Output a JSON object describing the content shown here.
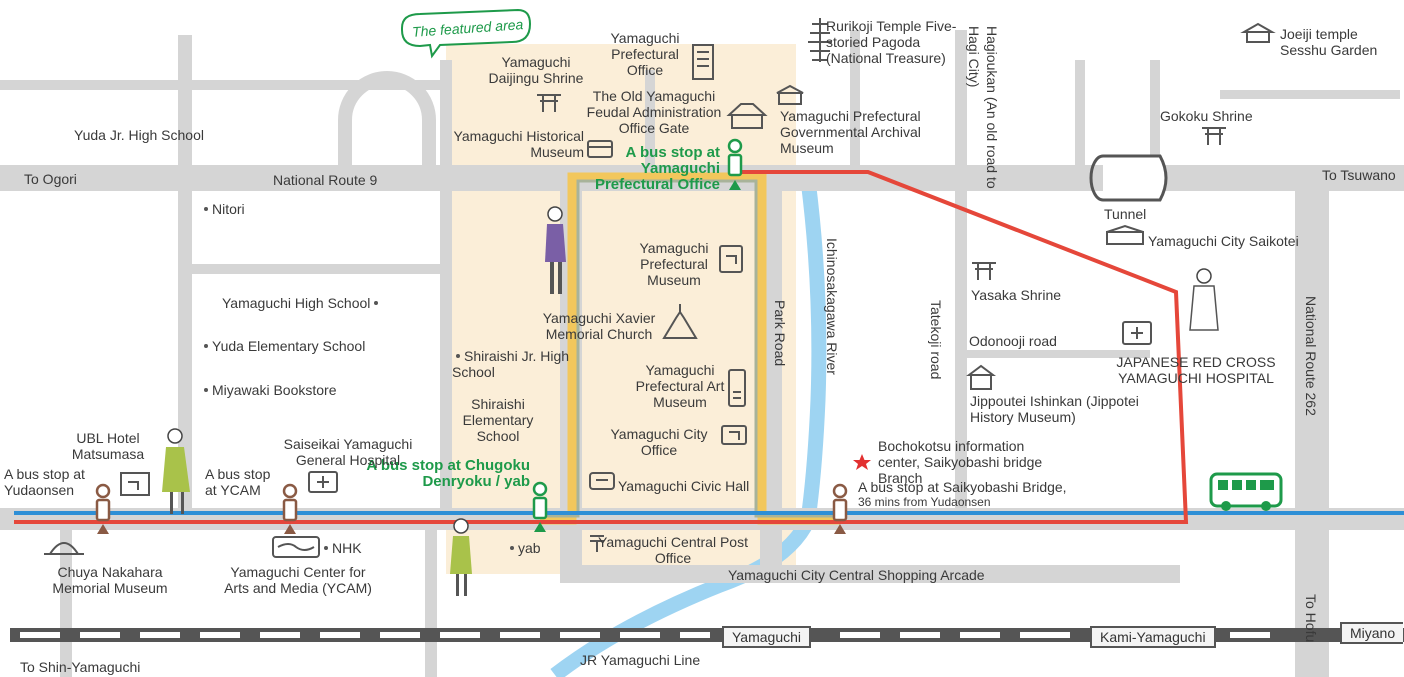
{
  "featured_area_label": "The featured area",
  "roads": {
    "national_route_9": "National Route 9",
    "to_ogori": "To Ogori",
    "to_tsuwano": "To Tsuwano",
    "park_road": "Park Road",
    "tatekoji_road": "Tatekoji road",
    "odonooji_road": "Odonooji road",
    "hagioukan": "Hagioukan (An old road to Hagi City)",
    "national_route_262": "National Route 262",
    "to_hofu": "To Hofu",
    "to_shin_yamaguchi": "To Shin-Yamaguchi",
    "jr_line": "JR Yamaguchi Line",
    "shopping_arcade": "Yamaguchi City Central Shopping Arcade",
    "river": "Ichinosakagawa River",
    "tunnel": "Tunnel"
  },
  "stations": {
    "yamaguchi": "Yamaguchi",
    "kami_yamaguchi": "Kami-Yamaguchi",
    "miyano": "Miyano"
  },
  "bus_stops": {
    "pref_office": "A bus stop at Yamaguchi Prefectural Office",
    "chugoku": "A bus stop at Chugoku Denryoku / yab",
    "yudaonsen": "A bus stop at Yudaonsen",
    "ycam": "A bus stop at YCAM",
    "saikyobashi": "A bus stop at Saikyobashi Bridge,",
    "saikyobashi_note": "36 mins from Yudaonsen"
  },
  "places": {
    "rurikoji": "Rurikoji Temple Five-storied Pagoda (National Treasure)",
    "joeiji": "Joeiji temple Sesshu Garden",
    "daijingu": "Yamaguchi Daijingu Shrine",
    "pref_office": "Yamaguchi Prefectural Office",
    "old_gate": "The Old Yamaguchi Feudal Administration Office Gate",
    "archival": "Yamaguchi Prefectural Governmental Archival Museum",
    "historical": "Yamaguchi Historical Museum",
    "gokoku": "Gokoku Shrine",
    "yuda_jr": "Yuda Jr. High School",
    "nitori": "Nitori",
    "saikotei": "Yamaguchi City Saikotei",
    "pref_museum": "Yamaguchi Prefectural Museum",
    "yasaka": "Yasaka Shrine",
    "high_school": "Yamaguchi High School",
    "xavier": "Yamaguchi Xavier Memorial Church",
    "red_cross": "JAPANESE RED CROSS YAMAGUCHI HOSPITAL",
    "yuda_elem": "Yuda Elementary School",
    "shiraishi_jr": "Shiraishi Jr. High School",
    "art_museum": "Yamaguchi Prefectural Art Museum",
    "jippotei": "Jippoutei Ishinkan (Jippotei History Museum)",
    "miyawaki": "Miyawaki Bookstore",
    "shiraishi_elem": "Shiraishi Elementary School",
    "city_office": "Yamaguchi City Office",
    "bochokotsu": "Bochokotsu information center, Saikyobashi bridge Branch",
    "ubl": "UBL Hotel Matsumasa",
    "saiseikai": "Saiseikai Yamaguchi General Hospital",
    "civic_hall": "Yamaguchi Civic Hall",
    "post_office": "Yamaguchi Central Post Office",
    "nhk": "NHK",
    "yab": "yab",
    "chuya": "Chuya Nakahara Memorial Museum",
    "ycam": "Yamaguchi Center for Arts and Media (YCAM)"
  },
  "colors": {
    "featured_area": "#fbeed8",
    "route_red": "#e5473a",
    "route_blue": "#2e8fd6",
    "bus_stop_green": "#1e9a4a",
    "road_gray": "#d5d5d5",
    "river": "#9ed4f2",
    "walk_yellow": "#f2c75c",
    "walk_gray": "#a8b39a"
  }
}
